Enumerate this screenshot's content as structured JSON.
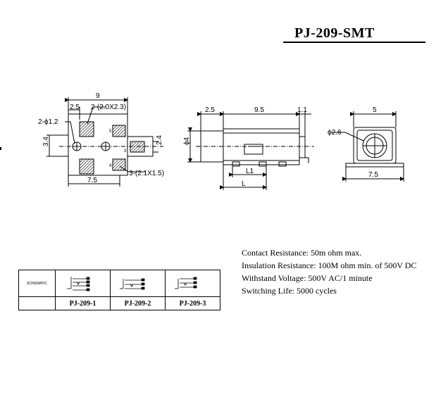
{
  "title": "PJ-209-SMT",
  "footprint": {
    "width_dim": "9",
    "offset_dim": "2.5",
    "pad_callout": "2-(2.0X2.3)",
    "hole_callout": "2-ϕ1.2",
    "height_dim": "3.4",
    "right_dim": "2.4",
    "bottom_dim": "7.5",
    "small_pad_callout": "3-(2.1X1.5)",
    "pin_5": "5",
    "pin_3": "3",
    "pin_4": "4"
  },
  "side_view": {
    "dim_left": "2.5",
    "dim_body": "9.5",
    "dim_right": "1.1",
    "dim_height": "ϕ4",
    "label_l1": "L1",
    "label_l": "L"
  },
  "front_view": {
    "dim_top": "5",
    "dim_hole": "ϕ2.6",
    "dim_bottom": "7.5"
  },
  "specs": {
    "contact_resistance": "Contact Resistance:    50m ohm max.",
    "insulation_resistance": "Insulation Resistance: 100M ohm min. of 500V DC",
    "withstand_voltage": "Withstand Voltage: 500V AC/1 minute",
    "switching_life": "Switching Life: 5000 cycles"
  },
  "schematic_table": {
    "label": "SCHEMATIC",
    "variants": [
      "PJ-209-1",
      "PJ-209-2",
      "PJ-209-3"
    ]
  }
}
